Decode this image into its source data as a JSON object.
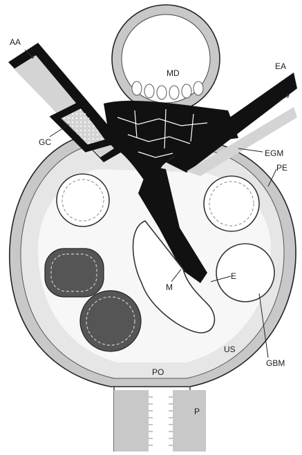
{
  "diagram": {
    "labels": {
      "aa": "AA",
      "md": "MD",
      "ea": "EA",
      "gc": "GC",
      "egm": "EGM",
      "pe": "PE",
      "m": "M",
      "e": "E",
      "us": "US",
      "gbm": "GBM",
      "po": "PO",
      "p": "P"
    },
    "colors": {
      "mesangium": "#111111",
      "tissue": "#c8c8c8",
      "podocyte_body": "#555555",
      "outline": "#333333",
      "background": "#ffffff"
    }
  }
}
